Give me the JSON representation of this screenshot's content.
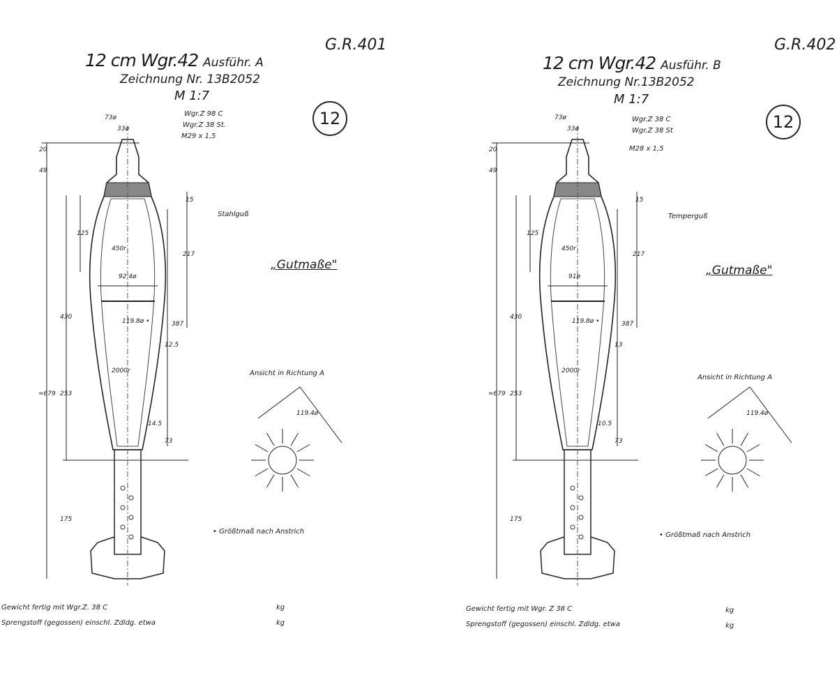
{
  "panels": [
    {
      "sheet": "G.R.401",
      "title": "12 cm Wgr.42",
      "variant": "Ausführ. A",
      "drawing": "Zeichnung Nr. 13B2052",
      "scale": "M 1:7",
      "number": "12",
      "fuze_labels": [
        "Wgr.Z 98 C",
        "Wgr.Z 38 St.",
        "M29 x 1,5"
      ],
      "material": "Stahlguß",
      "note_gut": "„Gutmaße\"",
      "view_label": "Ansicht in Richtung A",
      "footnote": "• Größtmaß nach Anstrich",
      "weight_line": "Gewicht fertig mit Wgr.Z. 38 C",
      "explosive_line": "Sprengstoff (gegossen) einschl. Zdldg. etwa",
      "unit": "kg",
      "dims": [
        "73ø",
        "33ø",
        "20",
        "49",
        "15",
        "125",
        "217",
        "430",
        "387",
        "253",
        "73",
        "175",
        "≈679",
        "92.4ø",
        "119.8ø •",
        "450r",
        "2000r",
        "12.5",
        "14.5",
        "119.4ø"
      ]
    },
    {
      "sheet": "G.R.402",
      "title": "12 cm Wgr.42",
      "variant": "Ausführ. B",
      "drawing": "Zeichnung Nr.13B2052",
      "scale": "M 1:7",
      "number": "12",
      "fuze_labels": [
        "Wgr.Z 38 C",
        "Wgr.Z 38 St",
        "M28 x 1,5"
      ],
      "material": "Temperguß",
      "note_gut": "„Gutmaße\"",
      "view_label": "Ansicht in Richtung A",
      "footnote": "• Größtmaß nach Anstrich",
      "weight_line": "Gewicht fertig mit Wgr. Z 38 C",
      "explosive_line": "Sprengstoff (gegossen) einschl. Zdldg. etwa",
      "unit": "kg",
      "dims": [
        "73ø",
        "33ø",
        "20",
        "49",
        "15",
        "125",
        "217",
        "430",
        "387",
        "253",
        "73",
        "175",
        "≈679",
        "91ø",
        "119.8ø •",
        "450r",
        "2000r",
        "13",
        "10.5",
        "119.4ø"
      ]
    }
  ]
}
